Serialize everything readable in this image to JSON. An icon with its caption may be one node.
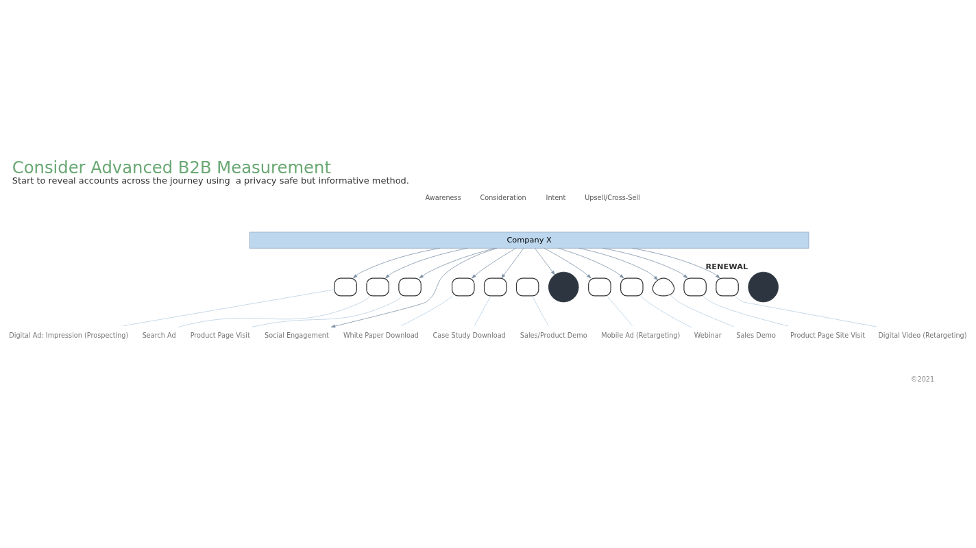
{
  "diagram": {
    "title": "Consider Advanced B2B Measurement",
    "caption": "Start to reveal accounts across the journey using  a privacy safe but informative method.",
    "nodes": [
      {
        "text": [
          "Company X"
        ]
      },
      {
        "text": [],
        "shape": "box"
      },
      {
        "text": [
          "Digital Ad: Impression (Prospecting)"
        ]
      },
      {
        "text": [],
        "shape": "box"
      },
      {
        "text": [
          "Search Ad"
        ]
      },
      {
        "text": [],
        "shape": "box"
      },
      {
        "text": [
          "Product Page Visit"
        ]
      },
      {
        "text": [
          "Social Engagement"
        ]
      },
      {
        "text": [],
        "shape": "box"
      },
      {
        "text": [
          "White Paper Download"
        ]
      },
      {
        "text": [],
        "shape": "box"
      },
      {
        "text": [
          "Case Study Download"
        ]
      },
      {
        "text": [],
        "shape": "box"
      },
      {
        "text": [
          "Sales/Product Demo"
        ]
      },
      {
        "text": [],
        "shape": "circle"
      },
      {
        "text": [],
        "shape": "box"
      },
      {
        "text": [
          "Mobile Ad (Retargeting)"
        ]
      },
      {
        "text": [],
        "shape": "box"
      },
      {
        "text": [
          "Webinar"
        ]
      },
      {
        "text": [],
        "shape": "person"
      },
      {
        "text": [
          "Sales Demo"
        ]
      },
      {
        "text": [],
        "shape": "box"
      },
      {
        "text": [
          "Product Page Site Visit"
        ]
      },
      {
        "text": [],
        "shape": "box"
      },
      {
        "text": [
          "Digital Video (Retargeting)"
        ]
      },
      {
        "text": [],
        "shape": "circle",
        "beside": [
          "RENEWAL"
        ]
      }
    ],
    "edges": [
      {
        "from": 0,
        "to": 1,
        "arrow": "to"
      },
      {
        "from": 0,
        "to": 3,
        "arrow": "to"
      },
      {
        "from": 0,
        "to": 5,
        "arrow": "to"
      },
      {
        "from": 0,
        "to": 7,
        "arrow": "to"
      },
      {
        "from": 0,
        "to": 8,
        "arrow": "to"
      },
      {
        "from": 0,
        "to": 10,
        "arrow": "to"
      },
      {
        "from": 0,
        "to": 14,
        "arrow": "to"
      },
      {
        "from": 0,
        "to": 15,
        "arrow": "to"
      },
      {
        "from": 0,
        "to": 17,
        "arrow": "to"
      },
      {
        "from": 0,
        "to": 19,
        "arrow": "to"
      },
      {
        "from": 0,
        "to": 21,
        "arrow": "to"
      },
      {
        "from": 0,
        "to": 23,
        "arrow": "to"
      },
      {
        "from": 1,
        "to": 2,
        "arrow": "none",
        "color": "#b8d0e4"
      },
      {
        "from": 3,
        "to": 4,
        "arrow": "none",
        "color": "#b8d0e4"
      },
      {
        "from": 5,
        "to": 6,
        "arrow": "none",
        "color": "#b8d0e4"
      },
      {
        "from": 8,
        "to": 9,
        "arrow": "none",
        "color": "#b8d0e4"
      },
      {
        "from": 10,
        "to": 11,
        "arrow": "none",
        "color": "#b8d0e4"
      },
      {
        "from": 12,
        "to": 13,
        "arrow": "none",
        "color": "#b8d0e4"
      },
      {
        "from": 15,
        "to": 16,
        "arrow": "none",
        "color": "#b8d0e4"
      },
      {
        "from": 17,
        "to": 18,
        "arrow": "none",
        "color": "#b8d0e4"
      },
      {
        "from": 19,
        "to": 20,
        "arrow": "none",
        "color": "#b8d0e4"
      },
      {
        "from": 21,
        "to": 22,
        "arrow": "none",
        "color": "#b8d0e4"
      },
      {
        "from": 23,
        "to": 24,
        "arrow": "none",
        "color": "#b8d0e4"
      }
    ],
    "labels": [
      "Awareness",
      "Consideration",
      "Intent",
      "Upsell/Cross-Sell",
      "©2021"
    ]
  }
}
